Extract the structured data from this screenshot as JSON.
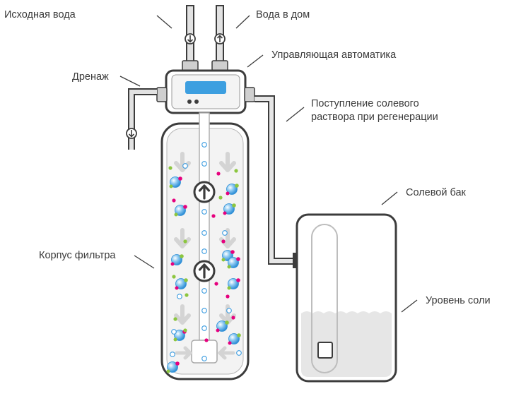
{
  "labels": {
    "source_water": "Исходная вода",
    "house_water": "Вода в дом",
    "control": "Управляющая автоматика",
    "drain": "Дренаж",
    "brine_line1": "Поступление солевого",
    "brine_line2": "раствора при регенерации",
    "salt_tank": "Солевой бак",
    "filter_body": "Корпус фильтра",
    "salt_level": "Уровень соли"
  },
  "colors": {
    "outline": "#3c3c3c",
    "pipe_fill": "#dcdcdc",
    "display": "#3d9fe0",
    "bead_blue": "#3a9be0",
    "ion_magenta": "#e6007e",
    "ion_green": "#8cc63f",
    "arrow_gray": "#d4d4d4",
    "salt": "#e6e6e6"
  },
  "icons": [
    "valve-icon",
    "flow-up-arrow-icon",
    "flow-down-arrow-icon"
  ]
}
